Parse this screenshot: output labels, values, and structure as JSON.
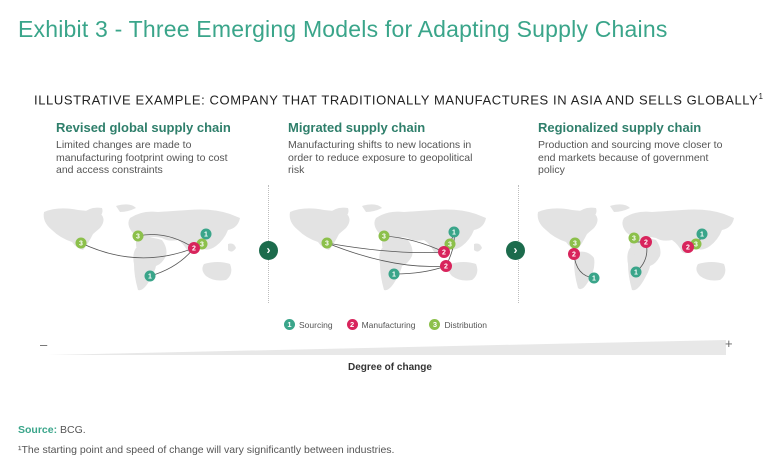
{
  "title": "Exhibit 3 - Three Emerging Models for Adapting Supply Chains",
  "subtitle": "ILLUSTRATIVE EXAMPLE: COMPANY THAT TRADITIONALLY MANUFACTURES IN ASIA AND SELLS GLOBALLY",
  "subtitle_footnote_mark": "1",
  "panels": [
    {
      "title": "Revised global supply chain",
      "description": "Limited changes are made to manufacturing footprint owing to cost and access constraints"
    },
    {
      "title": "Migrated supply chain",
      "description": "Manufacturing shifts to new locations in order to reduce exposure to geopolitical risk"
    },
    {
      "title": "Regionalized supply chain",
      "description": "Production and sourcing move closer to end markets because of government policy"
    }
  ],
  "legend": [
    {
      "number": "1",
      "label": "Sourcing",
      "color": "#3aa58a"
    },
    {
      "number": "2",
      "label": "Manufacturing",
      "color": "#d8245c"
    },
    {
      "number": "3",
      "label": "Distribution",
      "color": "#8cc04b"
    }
  ],
  "scale": {
    "minus": "–",
    "plus": "+",
    "label": "Degree of change"
  },
  "source_label": "Source:",
  "source_text": "BCG.",
  "footnote": "¹The starting point and speed of change will vary significantly between industries.",
  "colors": {
    "title": "#3aa58a",
    "map": "#e3e3e3",
    "arrow": "#1c6b4c"
  }
}
